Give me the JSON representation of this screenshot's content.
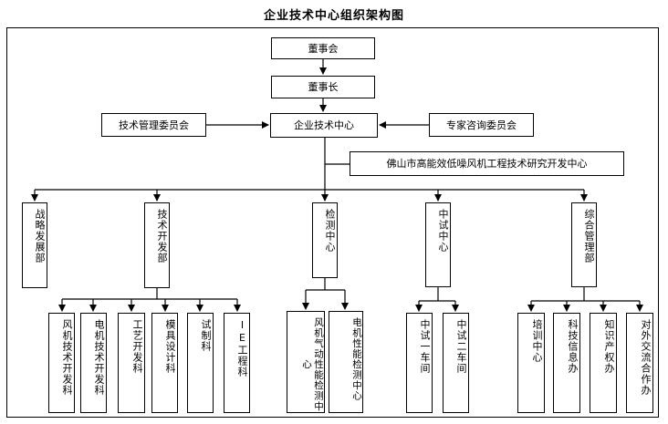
{
  "title": "企业技术中心组织架构图",
  "nodes": {
    "board": "董事会",
    "chairman": "董事长",
    "tech_mgmt_committee": "技术管理委员会",
    "enterprise_tech_center": "企业技术中心",
    "expert_committee": "专家咨询委员会",
    "foshan_center": "佛山市高能效低噪风机工程技术研究开发中心",
    "departments": {
      "strategy": "战略发展部",
      "tech_dev": "技术开发部",
      "testing": "检测中心",
      "pilot": "中试中心",
      "general": "综合管理部"
    },
    "tech_dev_children": [
      "风机技术开发科",
      "电机技术开发科",
      "工艺开发科",
      "模具设计科",
      "试制科",
      "IE工程科"
    ],
    "testing_children": [
      "风机气动性能检测中心",
      "电机性能检测中心"
    ],
    "pilot_children": [
      "中试一车间",
      "中试二车间"
    ],
    "general_children": [
      "培训中心",
      "科技信息办",
      "知识产权办",
      "对外交流合作办"
    ]
  }
}
